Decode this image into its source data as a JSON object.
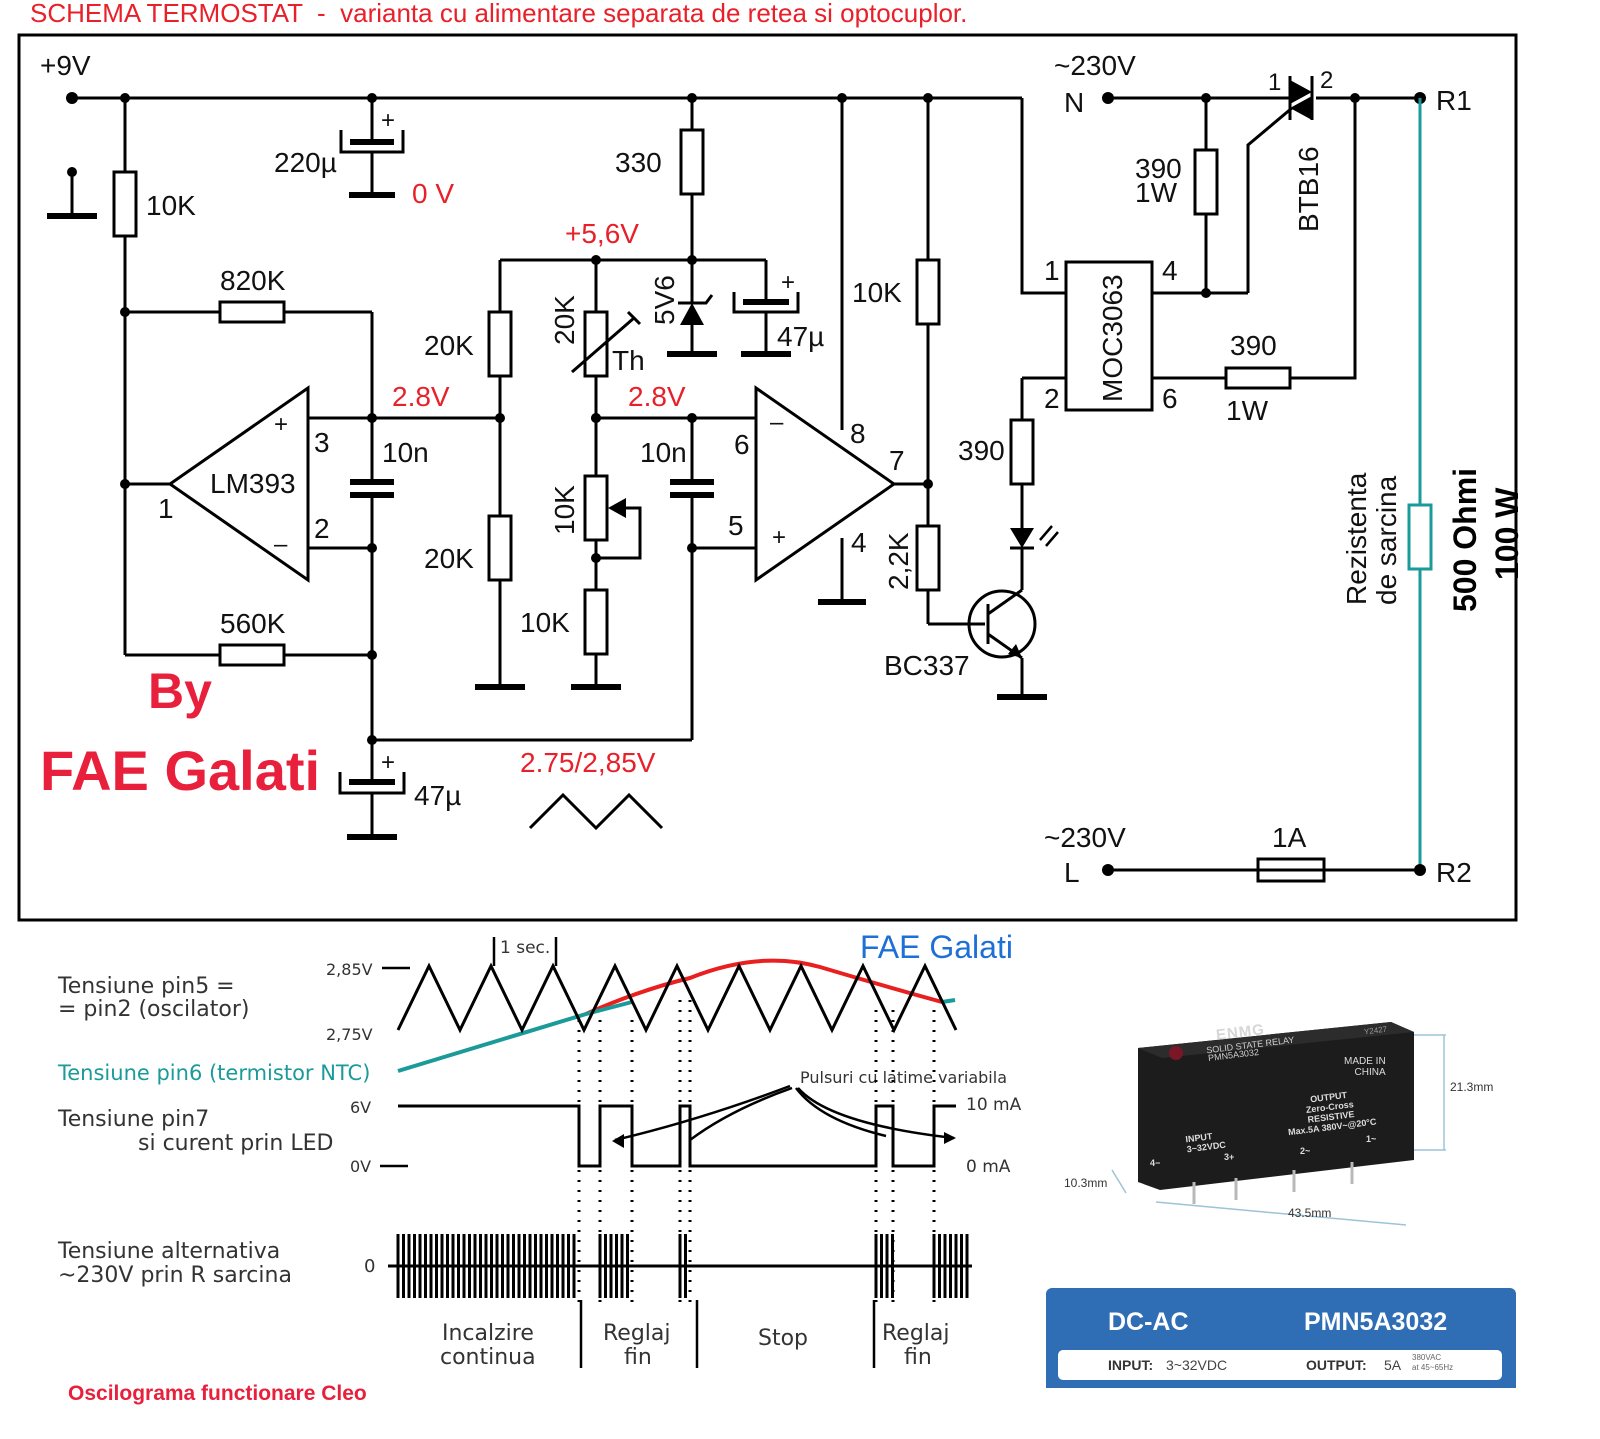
{
  "title": "SCHEMA TERMOSTAT  -  varianta cu alimentare separata de retea si optocuplor.",
  "schematic": {
    "supply": "+9V",
    "zero_volt_label": "0 V",
    "zener_node_voltage": "+5,6V",
    "node_voltage_left": "2.8V",
    "node_voltage_right": "2.8V",
    "osc_voltage": "2.75/2,85V",
    "author_by": "By",
    "author_name": "FAE Galati",
    "components": {
      "r_pullup": "10K",
      "c_supply": "220µ",
      "r_zener": "330",
      "zener": "5V6",
      "c_zener": "47µ",
      "r_fb1": "820K",
      "r_fb2": "560K",
      "comparator": "LM393",
      "c_osc1": "10n",
      "c_osc2": "10n",
      "r_div_top": "20K",
      "r_div_bot": "20K",
      "thermistor_value": "20K",
      "thermistor_label": "Th",
      "pot": "10K",
      "r_bottom": "10K",
      "r_out_pullup": "10K",
      "r_base": "2,2K",
      "transistor": "BC337",
      "r_led": "390",
      "optocoupler": "MOC3063",
      "r_gate": "390",
      "r_gate_power": "1W",
      "r_snub": "390",
      "r_snub_power": "1W",
      "triac": "BTB16",
      "c_osc_bottom": "47µ",
      "fuse": "1A",
      "load_label_1": "Rezistenta",
      "load_label_2": "de sarcina",
      "load_value": "500 Ohmi",
      "load_power": "100 W"
    },
    "pins": {
      "lm_in_plus": "3",
      "lm_in_minus": "2",
      "lm_out": "1",
      "op2_minus": "6",
      "op2_plus": "5",
      "op2_vcc": "8",
      "op2_out": "7",
      "op2_gnd": "4",
      "moc_1": "1",
      "moc_2": "2",
      "moc_4": "4",
      "moc_6": "6",
      "triac_1": "1",
      "triac_2": "2"
    },
    "mains_top": "~230V",
    "mains_top_phase": "N",
    "mains_bottom": "~230V",
    "mains_bottom_phase": "L",
    "terminal_r1": "R1",
    "terminal_r2": "R2"
  },
  "oscillogram": {
    "brand": "FAE Galati",
    "time_marker": "1 sec.",
    "row1_label_1": "Tensiune pin5 =",
    "row1_label_2": "= pin2 (oscilator)",
    "row1_high": "2,85V",
    "row1_low": "2,75V",
    "row2_label": "Tensiune pin6 (termistor NTC)",
    "row3_label_1": "Tensiune pin7",
    "row3_label_2": "si curent prin LED",
    "row3_high": "6V",
    "row3_low": "0V",
    "row3_high_current": "10 mA",
    "row3_low_current": "0 mA",
    "pulse_note": "Pulsuri cu latime variabila",
    "row4_label_1": "Tensiune alternativa",
    "row4_label_2": "~230V prin R sarcina",
    "row4_zero": "0",
    "phases": [
      {
        "l1": "Incalzire",
        "l2": "continua"
      },
      {
        "l1": "Reglaj",
        "l2": "fin"
      },
      {
        "l1": "Stop",
        "l2": ""
      },
      {
        "l1": "Reglaj",
        "l2": "fin"
      }
    ],
    "caption": "Oscilograma functionare Cleo"
  },
  "relay": {
    "brand": "ENMG",
    "type_text": "SOLID STATE RELAY",
    "model_small": "PMN5A3032",
    "code": "Y2427",
    "made_in": "MADE IN",
    "country": "CHINA",
    "output_1": "OUTPUT",
    "output_2": "Zero-Cross",
    "output_3": "RESISTIVE",
    "output_4": "Max.5A 380V~@20°C",
    "input_1": "INPUT",
    "input_2": "3~32VDC",
    "pin4": "4−",
    "pin3": "3+",
    "pin2": "2~",
    "pin1": "1~",
    "dim_height": "21.3mm",
    "dim_depth": "10.3mm",
    "dim_width": "43.5mm",
    "banner_type": "DC-AC",
    "banner_model": "PMN5A3032",
    "input_label": "INPUT:",
    "input_value": "3~32VDC",
    "output_label": "OUTPUT:",
    "output_value": "5A",
    "output_spec_1": "380VAC",
    "output_spec_2": "at 45~65Hz",
    "banner_color": "#2f6db5"
  }
}
